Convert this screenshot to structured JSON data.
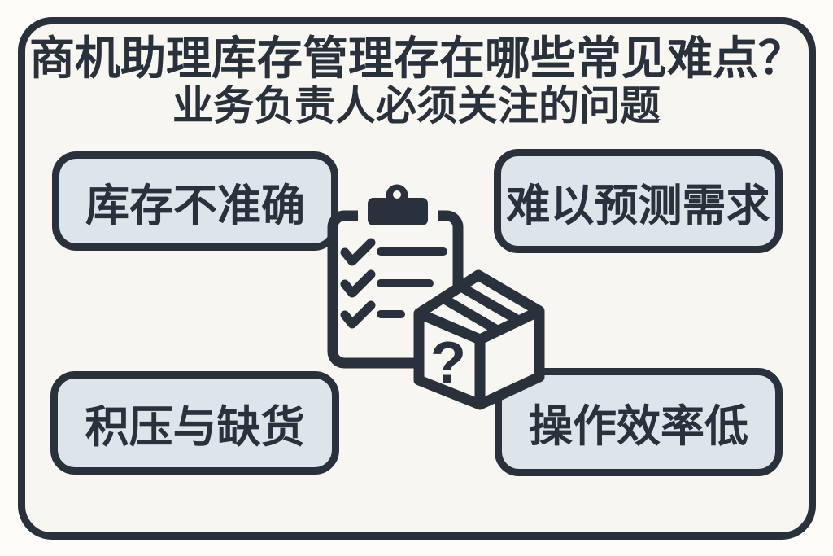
{
  "colors": {
    "ink": "#29323c",
    "panel_background": "#f8f6f0",
    "outer_background": "#fdfcf8",
    "pill_fill": "#dce5ea"
  },
  "title": {
    "line1": "商机助理库存管理存在哪些常见难点？",
    "line2": "业务负责人必须关注的问题"
  },
  "pain_points": [
    {
      "label": "库存不准确",
      "position": "top-left"
    },
    {
      "label": "难以预测需求",
      "position": "top-right"
    },
    {
      "label": "积压与缺货",
      "position": "bottom-left"
    },
    {
      "label": "操作效率低",
      "position": "bottom-right"
    }
  ],
  "center_icon": {
    "name": "clipboard-checklist-with-mystery-box",
    "question_mark": "?"
  }
}
